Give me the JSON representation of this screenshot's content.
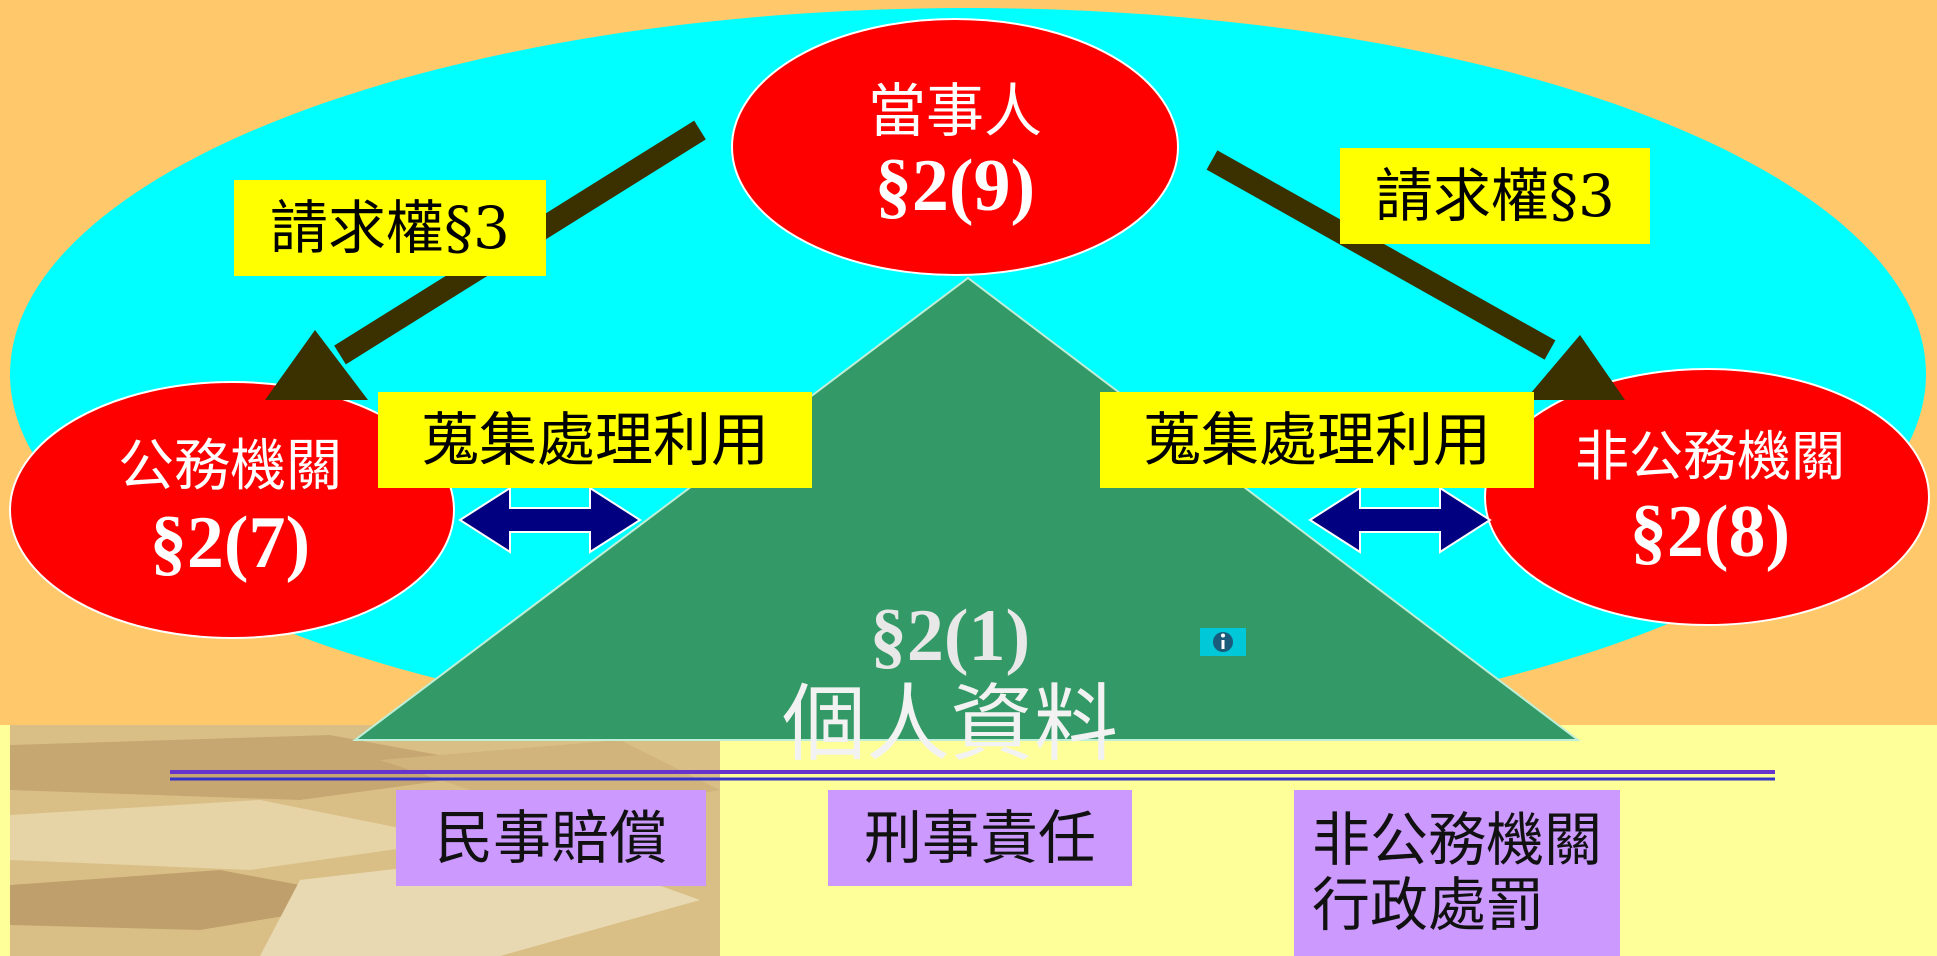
{
  "nodes": {
    "party": {
      "name": "當事人",
      "ref": "§2(9)"
    },
    "public_agency": {
      "name": "公務機關",
      "ref": "§2(7)"
    },
    "nonpublic_agency": {
      "name": "非公務機關",
      "ref": "§2(8)"
    },
    "personal_data": {
      "ref": "§2(1)",
      "name": "個人資料"
    }
  },
  "edges": {
    "claim_left": "請求權§3",
    "claim_right": "請求權§3",
    "use_left": "蒐集處理利用",
    "use_right": "蒐集處理利用"
  },
  "liabilities": {
    "civil": "民事賠償",
    "criminal": "刑事責任",
    "admin_line1": "非公務機關",
    "admin_line2": "行政處罰"
  },
  "colors": {
    "background": "#FFC86A",
    "bottom_band": "#FFFF99",
    "ellipse": "#00FFFF",
    "node_red": "#FF0000",
    "triangle": "#339966",
    "arrow_dark": "#3A3000",
    "double_arrow": "#000080",
    "label_yellow": "#FFFF00",
    "label_purple": "#CC99FF",
    "divider": "#6633CC"
  },
  "icons": [
    "info-icon",
    "info-icon"
  ]
}
